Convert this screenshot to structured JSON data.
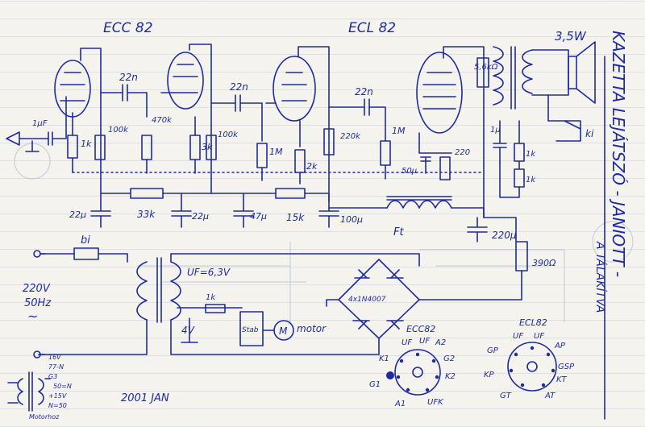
{
  "title_vertical": "KAZETTA LEJÁTSZÓ - JANIOTT -",
  "subtitle_vertical": "A TÁLAKÍTVA",
  "tubes": {
    "ecc82": "ECC 82",
    "ecl82": "ECL 82"
  },
  "speaker": {
    "power": "3,5W"
  },
  "caps": {
    "c_in": "1µF",
    "c1": "22n",
    "c2": "22n",
    "c3": "22n",
    "c_b1": "22µ",
    "c_b2": "22µ",
    "c_b3": "47µ",
    "c_b4": "100µ",
    "c_out": "220µ",
    "c_k1": "50µ",
    "c_k2": "220",
    "c_neg": "1µ"
  },
  "resistors": {
    "r_k1": "1k",
    "r_a1": "100k",
    "r_g2": "470k",
    "r_k2": "3k",
    "r_a2": "100k",
    "r_g3": "1M",
    "r_k3": "2k",
    "r_a3": "220k",
    "r_g4": "1M",
    "r_ser1": "33k",
    "r_ser2": "15k",
    "r_out": "5,6kΩ",
    "r_fb1": "1k",
    "r_fb2": "1k",
    "r_drop": "390Ω",
    "r_lamp": "1k"
  },
  "choke": "Ft",
  "fuse": "bi",
  "mains": {
    "voltage": "220V",
    "freq": "50Hz",
    "symbol": "~"
  },
  "transformer": {
    "heater": "UF=6,3V",
    "motor_v": "4V"
  },
  "stab": "Stab",
  "motor": {
    "symbol": "M",
    "label": "motor"
  },
  "bridge": "4x1N4007",
  "out_label": "ki",
  "pinouts": {
    "ecc": {
      "title": "ECC82",
      "pins": [
        "UF",
        "UF",
        "A2",
        "G2",
        "K2",
        "UFK",
        "A1",
        "G1",
        "K1"
      ]
    },
    "ecl": {
      "title": "ECL82",
      "pins": [
        "UF",
        "UF",
        "AP",
        "GSP",
        "KT",
        "AT",
        "GT",
        "KP",
        "GP"
      ]
    }
  },
  "motor_note": {
    "lines": [
      "16V",
      "77-N",
      "G3",
      "50=N",
      "+15V",
      "N=50"
    ],
    "label": "Motorhoz"
  },
  "date": "2001 JAN"
}
